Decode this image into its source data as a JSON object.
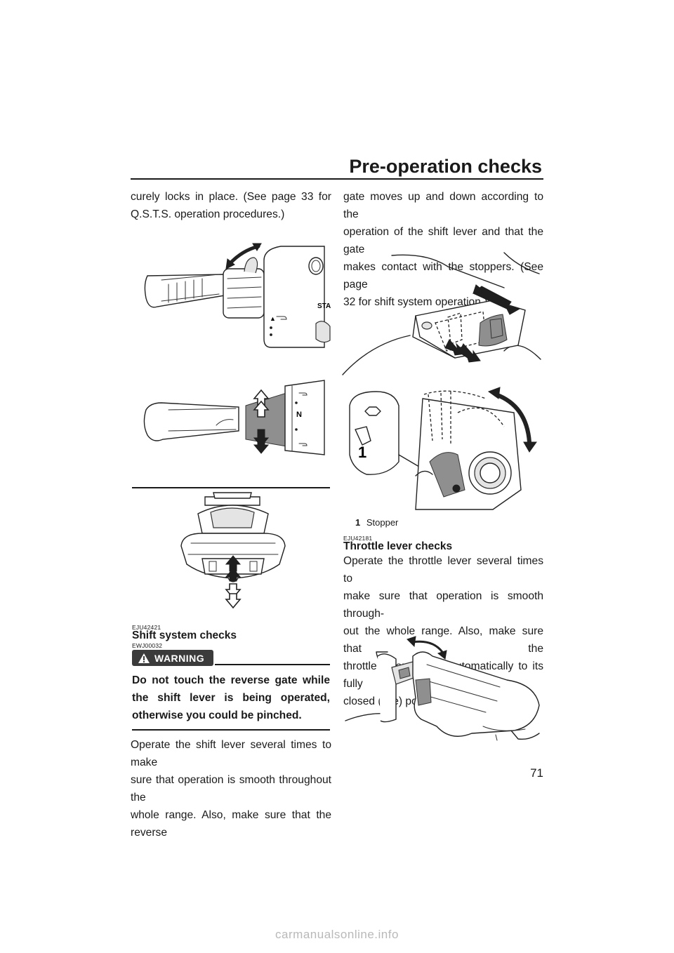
{
  "header": {
    "title": "Pre-operation checks",
    "page_number": "71"
  },
  "left_column": {
    "intro_lines": [
      "curely locks in place. (See page 33 for",
      "Q.S.T.S. operation procedures.)"
    ],
    "shift_section": {
      "code": "EJU42421",
      "heading": "Shift system checks",
      "warning_code": "EWJ00032",
      "warning_label": "WARNING",
      "warning_text": "Do not touch the reverse gate while the shift lever is being operated, otherwise you could be pinched.",
      "body_lines": [
        "Operate the shift lever several times to make",
        "sure that operation is smooth throughout the",
        "whole range. Also, make sure that the reverse"
      ]
    },
    "illustration_labels": {
      "grip_mark": "N",
      "panel_text": "STA"
    }
  },
  "right_column": {
    "continued_lines": [
      "gate moves up and down according to the",
      "operation of the shift lever and that the gate",
      "makes contact with the stoppers. (See page",
      "32 for shift system operation.)"
    ],
    "callout": {
      "number": "1",
      "label": "Stopper"
    },
    "figure_label": "1",
    "throttle_section": {
      "code": "EJU42181",
      "heading": "Throttle lever checks",
      "body_lines": [
        "Operate the throttle lever several times to",
        "make sure that operation is smooth through-",
        "out the whole range. Also, make sure that the",
        "throttle lever returns automatically to its fully",
        "closed (idle) position when released."
      ]
    }
  },
  "footer": {
    "watermark": "carmanualsonline.info"
  },
  "colors": {
    "ink": "#1a1a1a",
    "warning_badge": "#3b3b3b",
    "watermark": "#b9b9b9"
  }
}
